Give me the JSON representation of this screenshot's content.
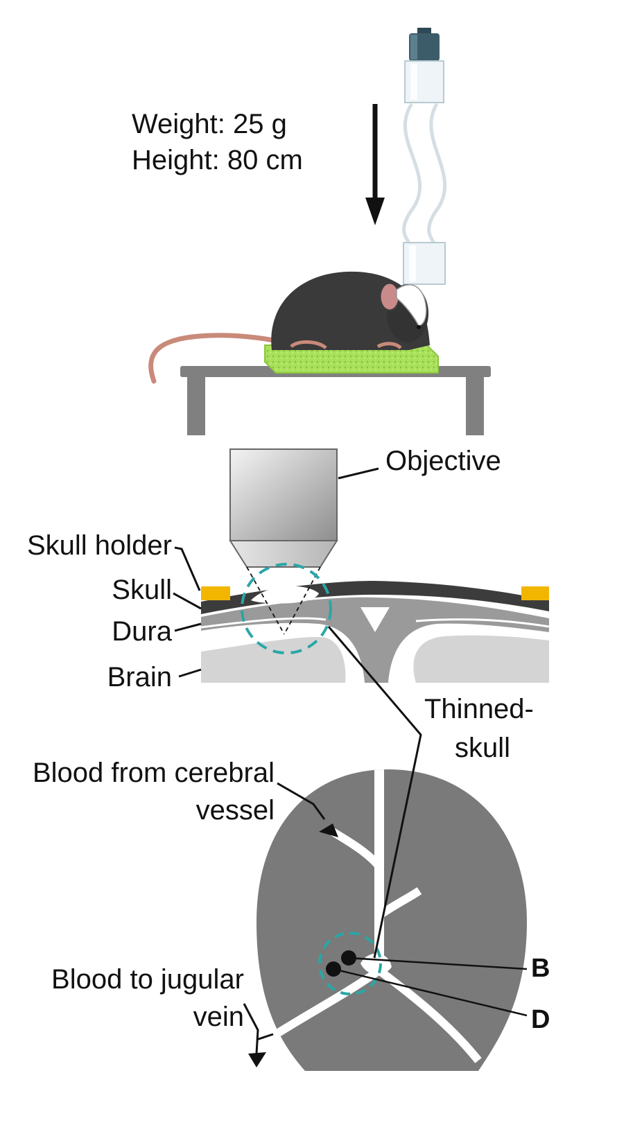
{
  "params": {
    "weight": "Weight: 25 g",
    "height": "Height: 80 cm"
  },
  "labels": {
    "objective": "Objective",
    "skull_holder": "Skull holder",
    "skull": "Skull",
    "dura": "Dura",
    "brain": "Brain",
    "thinned_skull_line1": "Thinned-",
    "thinned_skull_line2": "skull",
    "blood_from_line1": "Blood from cerebral",
    "blood_from_line2": "vessel",
    "blood_to_line1": "Blood to jugular",
    "blood_to_line2": "vein",
    "point_b": "B",
    "point_d": "D"
  },
  "colors": {
    "mouse_fur": "#3a3a3a",
    "sponge": "#a8e05a",
    "table": "#808080",
    "skull_holder": "#f2b600",
    "skull": "#3c3c3c",
    "dura": "#9a9a9a",
    "brain": "#d4d4d4",
    "brain_surface": "#7a7a7a",
    "window_circle": "#2aa6a6",
    "weight_cap": "#3d5c6a"
  }
}
